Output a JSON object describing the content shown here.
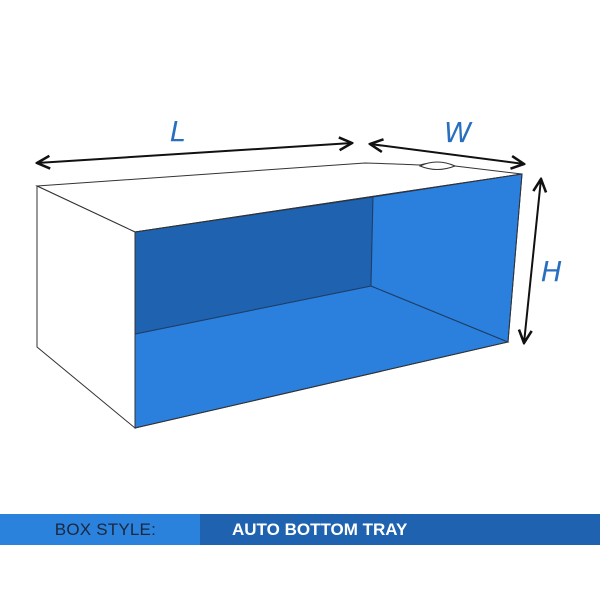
{
  "diagram": {
    "type": "box-dieline-illustration",
    "dimension_labels": {
      "length": "L",
      "width": "W",
      "height": "H"
    },
    "colors": {
      "back_wall": "#1f62b0",
      "interior": "#2a80dc",
      "outline": "#333333",
      "exterior": "#ffffff",
      "label": "#2a6fbf",
      "arrow": "#111111"
    }
  },
  "banner": {
    "key_label": "BOX STYLE:",
    "value_label": "AUTO BOTTOM TRAY",
    "colors": {
      "key_bg": "#2b82dc",
      "value_bg": "#1f62b0"
    }
  }
}
